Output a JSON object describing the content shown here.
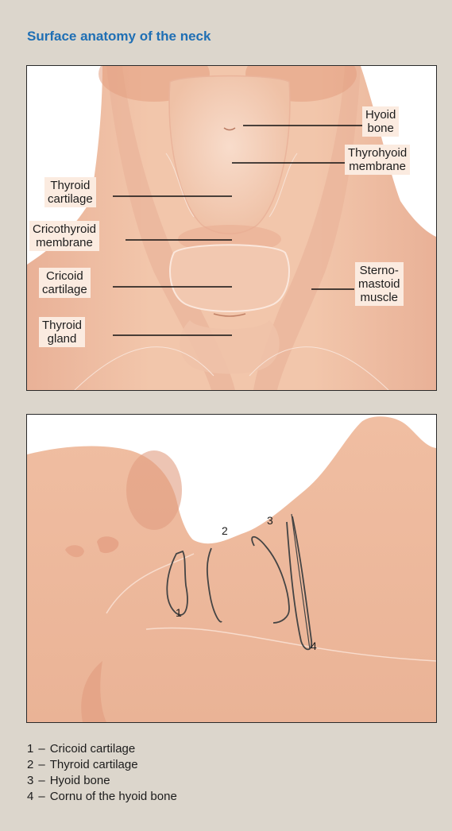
{
  "title": "Surface anatomy of the neck",
  "front_view": {
    "labels": {
      "hyoid_bone": [
        "Hyoid",
        "bone"
      ],
      "thyrohyoid_membrane": [
        "Thyrohyoid",
        "membrane"
      ],
      "thyroid_cartilage": [
        "Thyroid",
        "cartilage"
      ],
      "cricothyroid_membrane": [
        "Cricothyroid",
        "membrane"
      ],
      "cricoid_cartilage": [
        "Cricoid",
        "cartilage"
      ],
      "thyroid_gland": [
        "Thyroid",
        "gland"
      ],
      "sternomastoid_muscle": [
        "Sterno-",
        "mastoid",
        "muscle"
      ]
    }
  },
  "side_view": {
    "markers": [
      "1",
      "2",
      "3",
      "4"
    ]
  },
  "legend": [
    {
      "num": "1",
      "text": "Cricoid cartilage"
    },
    {
      "num": "2",
      "text": "Thyroid cartilage"
    },
    {
      "num": "3",
      "text": "Hyoid bone"
    },
    {
      "num": "4",
      "text": "Cornu of the hyoid bone"
    }
  ],
  "colors": {
    "title": "#1f6fb4",
    "skin": "#f2c6ab",
    "skin_shadow": "#e5a68a",
    "label_bg": "#fbebe0",
    "frame_bg": "#dcd6cc"
  }
}
